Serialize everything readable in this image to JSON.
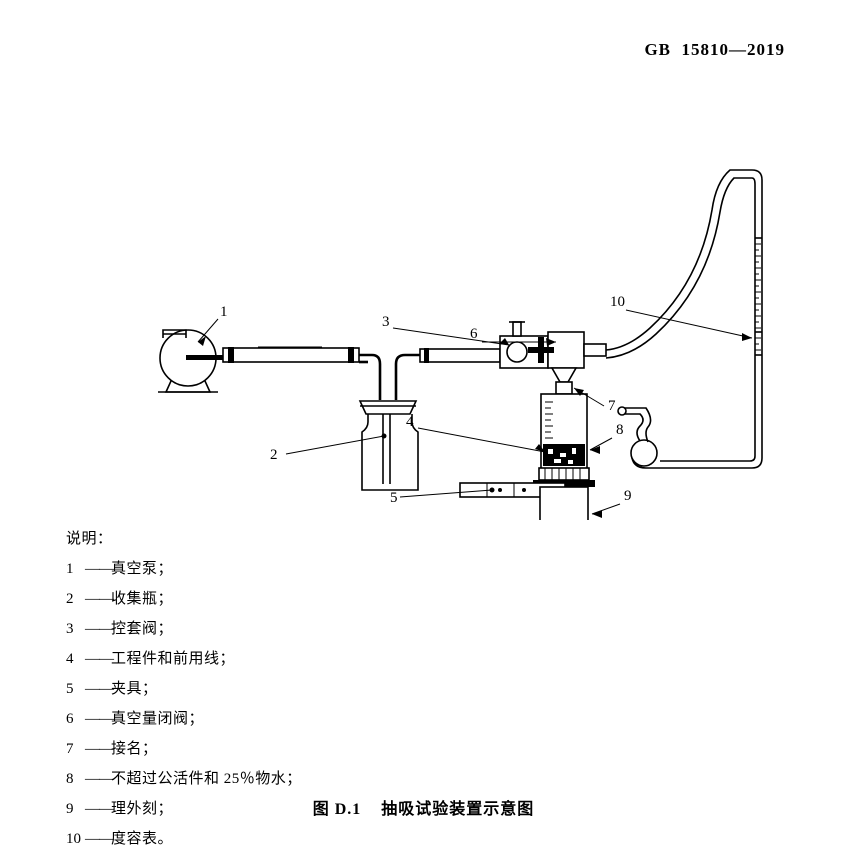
{
  "header": {
    "standard_code": "GB  15810—2019"
  },
  "figure": {
    "caption": "图 D.1    抽吸试验装置示意图",
    "callouts": [
      {
        "id": "1",
        "label": "1"
      },
      {
        "id": "2",
        "label": "2"
      },
      {
        "id": "3",
        "label": "3"
      },
      {
        "id": "4",
        "label": "4"
      },
      {
        "id": "5",
        "label": "5"
      },
      {
        "id": "6",
        "label": "6"
      },
      {
        "id": "7",
        "label": "7"
      },
      {
        "id": "8",
        "label": "8"
      },
      {
        "id": "9",
        "label": "9"
      },
      {
        "id": "10",
        "label": "10"
      }
    ]
  },
  "legend": {
    "title": "说明：",
    "dash": "——",
    "items": [
      {
        "num": "1",
        "text": "真空泵；"
      },
      {
        "num": "2",
        "text": "收集瓶；"
      },
      {
        "num": "3",
        "text": "控套阀；"
      },
      {
        "num": "4",
        "text": "工程件和前用线；"
      },
      {
        "num": "5",
        "text": "夹具；"
      },
      {
        "num": "6",
        "text": "真空量闭阀；"
      },
      {
        "num": "7",
        "text": "接名；"
      },
      {
        "num": "8",
        "text": "不超过公活件和 25％物水；"
      },
      {
        "num": "9",
        "text": "理外刻；"
      },
      {
        "num": "10",
        "text": "度容表。"
      }
    ]
  },
  "colors": {
    "ink": "#000000",
    "page": "#ffffff"
  }
}
